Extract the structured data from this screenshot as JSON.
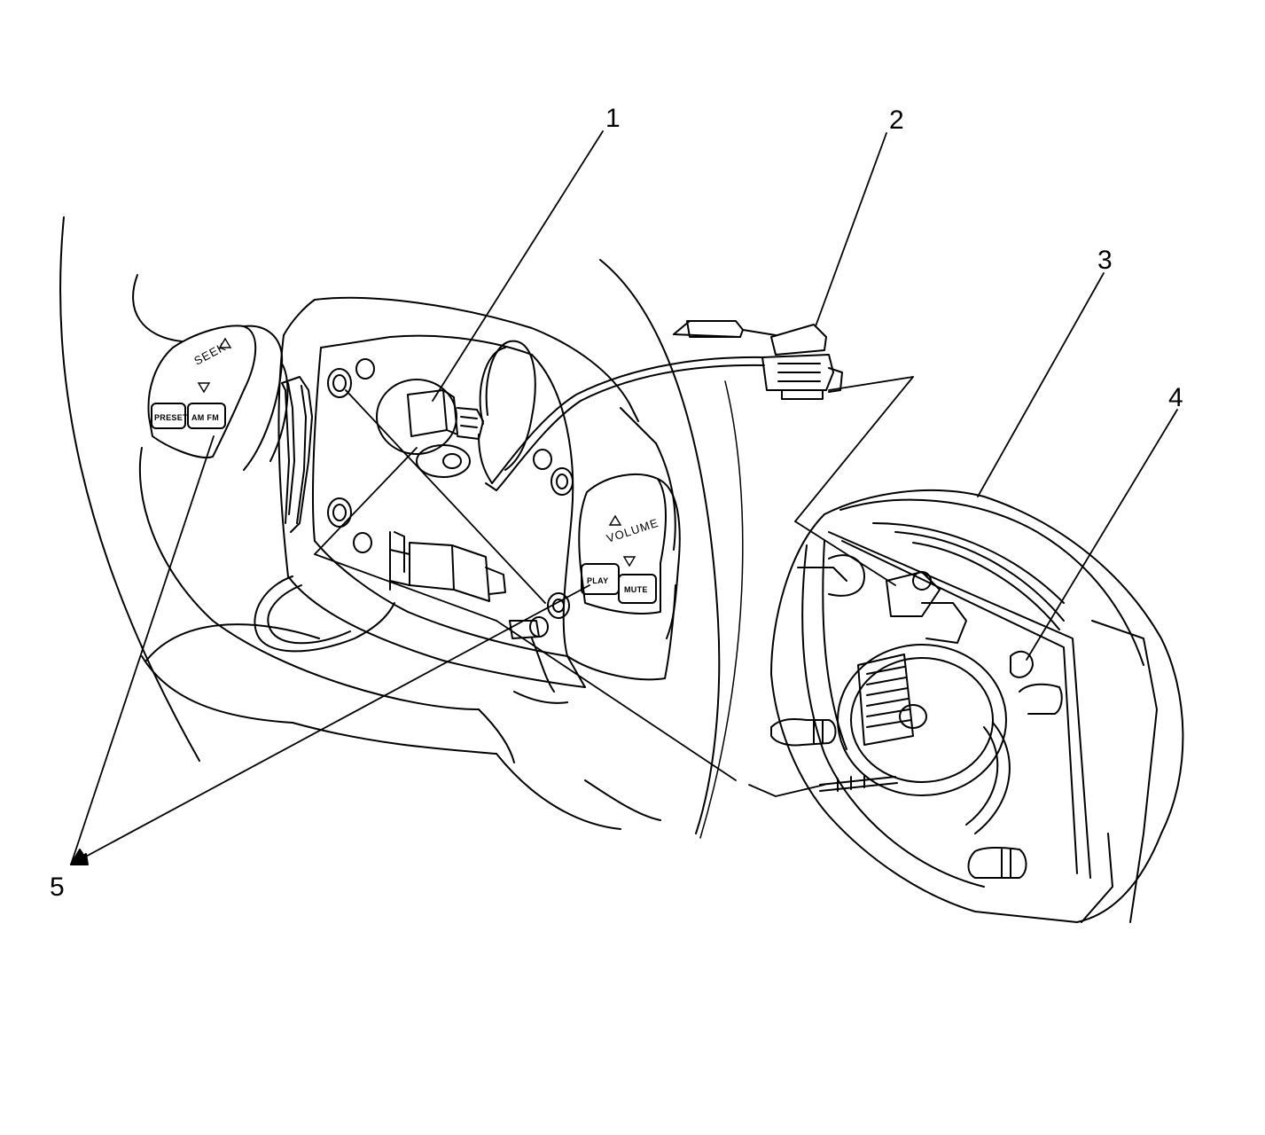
{
  "colors": {
    "ink": "#000000",
    "paper": "#ffffff"
  },
  "callouts": {
    "c1": "1",
    "c2": "2",
    "c3": "3",
    "c4": "4",
    "c5": "5"
  },
  "controls": {
    "seek": "SEEK",
    "volume": "VOLUME",
    "preset": "PRESET",
    "am_fm": "AM FM",
    "play": "PLAY",
    "mute": "MUTE"
  },
  "icons": [
    "arrow-up-icon",
    "arrow-down-icon"
  ]
}
